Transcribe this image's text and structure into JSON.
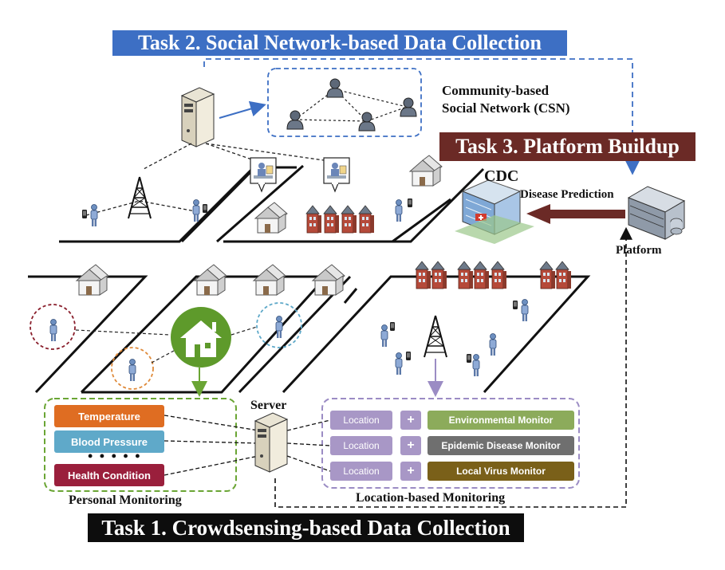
{
  "tasks": {
    "task2": "Task 2.  Social Network-based Data Collection",
    "task3": "Task 3.  Platform Buildup",
    "task1": "Task 1. Crowdsensing-based Data Collection"
  },
  "labels": {
    "csn_line1": "Community-based",
    "csn_line2": "Social Network (CSN)",
    "cdc": "CDC",
    "disease_prediction": "Disease Prediction",
    "platform": "Platform",
    "server": "Server",
    "personal_monitoring": "Personal Monitoring",
    "location_monitoring": "Location-based Monitoring",
    "ellipsis": "• • • • •"
  },
  "personal_items": [
    "Temperature",
    "Blood Pressure",
    "Health Condition"
  ],
  "location_rows": [
    {
      "location": "Location",
      "plus": "+",
      "monitor": "Environmental Monitor"
    },
    {
      "location": "Location",
      "plus": "+",
      "monitor": "Epidemic Disease Monitor"
    },
    {
      "location": "Location",
      "plus": "+",
      "monitor": "Local Virus Monitor"
    }
  ],
  "colors": {
    "task2": "#3d6fc4",
    "task3": "#6b2a26",
    "task1": "#0d0d0d",
    "temperature": "#df6d22",
    "blood_pressure": "#5fa9c9",
    "health_condition": "#9a1f3c",
    "environmental": "#8cab5b",
    "epidemic": "#6f6f6f",
    "virus": "#7a6019",
    "location": "#a897c6",
    "home_green": "#5e9a2b"
  },
  "icons": [
    "server-icon",
    "person-icon",
    "house-icon",
    "tower-icon",
    "hospital-icon",
    "rack-server-icon",
    "phone-icon"
  ]
}
